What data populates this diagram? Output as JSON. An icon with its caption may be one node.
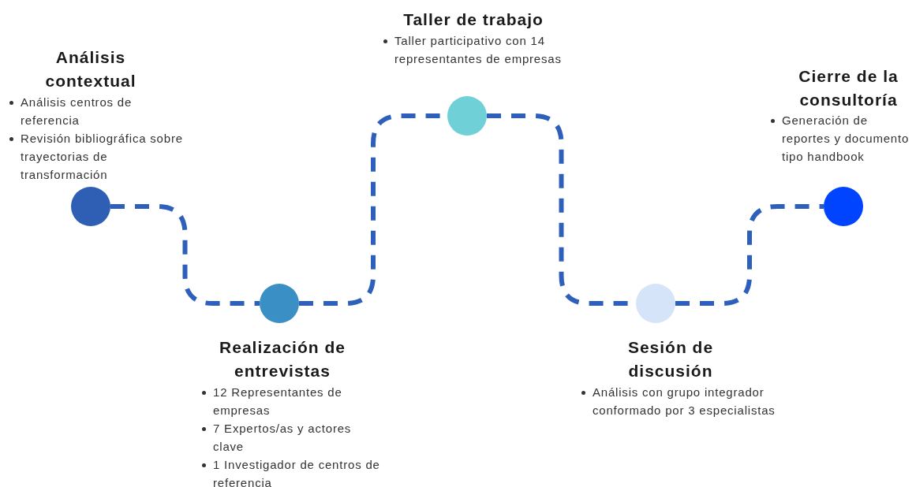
{
  "diagram": {
    "nodes": [
      {
        "text": [],
        "shape": "circle",
        "beside": [
          "Análisis contextual",
          "Análisis centros de referencia",
          "Revisión bibliográfica sobre trayectorias de transformación"
        ]
      },
      {
        "text": [],
        "shape": "circle",
        "beside": [
          "Realización de entrevistas",
          "12 Representantes de empresas",
          "7 Expertos/as y actores clave",
          "1 Investigador de centros de referencia"
        ]
      },
      {
        "text": [],
        "shape": "circle",
        "beside": [
          "Taller de trabajo",
          "Taller participativo con 14 representantes de empresas"
        ]
      },
      {
        "text": [],
        "shape": "circle",
        "beside": [
          "Sesión de discusión",
          "Análisis con grupo integrador conformado por 3 especialistas"
        ]
      },
      {
        "text": [],
        "shape": "circle",
        "beside": [
          "Cierre de la consultoría",
          "Generación de reportes y documento tipo handbook"
        ]
      }
    ],
    "edges": [
      {
        "from": 0,
        "to": 1,
        "arrow": "none",
        "style": "dashed"
      },
      {
        "from": 1,
        "to": 2,
        "arrow": "none",
        "style": "dashed"
      },
      {
        "from": 2,
        "to": 3,
        "arrow": "none",
        "style": "dashed"
      },
      {
        "from": 3,
        "to": 4,
        "arrow": "none",
        "style": "dashed"
      }
    ]
  }
}
